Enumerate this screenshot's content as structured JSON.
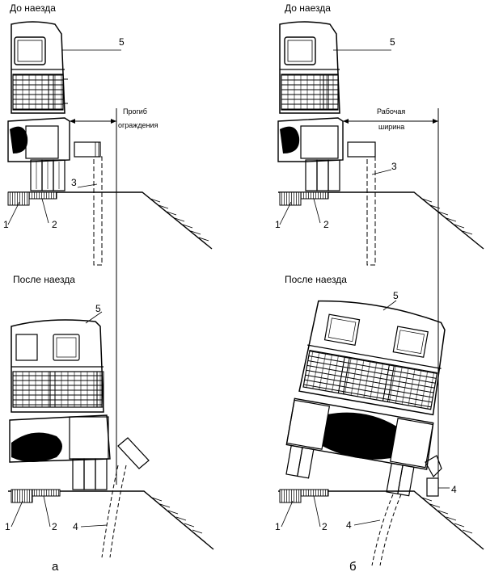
{
  "panel_a": {
    "before_title": "До наезда",
    "after_title": "После наезда",
    "dim_label_line1": "Прогиб",
    "dim_label_line2": "ограждения",
    "callouts": {
      "n1": "1",
      "n2": "2",
      "n3": "3",
      "n4": "4",
      "n5_top": "5",
      "n5_bottom": "5",
      "n1_b": "1",
      "n2_b": "2"
    },
    "panel_letter": "а"
  },
  "panel_b": {
    "before_title": "До наезда",
    "after_title": "После наезда",
    "dim_label_line1": "Рабочая",
    "dim_label_line2": "ширина",
    "callouts": {
      "n1": "1",
      "n2": "2",
      "n3": "3",
      "n4": "4",
      "n4_post": "4",
      "n5_top": "5",
      "n5_bottom": "5",
      "n1_b": "1",
      "n2_b": "2"
    },
    "panel_letter": "б"
  }
}
